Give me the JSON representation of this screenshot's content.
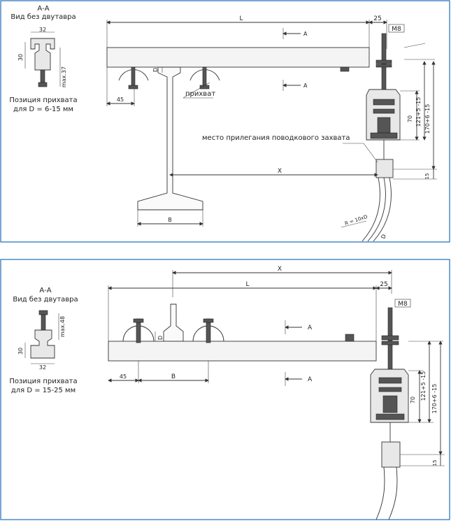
{
  "colors": {
    "frame": "#1d6fb8",
    "line": "#333333",
    "text": "#222222"
  },
  "top": {
    "section": "А-А",
    "view": "Вид без двутавра",
    "dim_32": "32",
    "dim_30": "30",
    "dim_max": "max.37",
    "position_line1": "Позиция прихвата",
    "position_line2": "для D = 6-15 мм",
    "L": "L",
    "dim_25": "25",
    "M8": "M8",
    "A_upper": "A",
    "A_lower": "A",
    "D": "D",
    "dim_45": "45",
    "clamp": "прихват",
    "contact": "место прилегания поводкового захвата",
    "X": "X",
    "B": "B",
    "R": "R = 10xD",
    "D_cable": "D",
    "dim_70": "70",
    "dim_121": "121+5 -15",
    "dim_170": "170+6 -15",
    "dim_15": "15"
  },
  "bottom": {
    "section": "А-А",
    "view": "Вид без двутавра",
    "dim_max": "max.48",
    "dim_30": "30",
    "dim_32": "32",
    "position_line1": "Позиция прихвата",
    "position_line2": "для D = 15-25 мм",
    "X": "X",
    "L": "L",
    "dim_25": "25",
    "M8": "M8",
    "A_upper": "A",
    "A_lower": "A",
    "D": "D",
    "dim_45": "45",
    "B": "B",
    "dim_70": "70",
    "dim_121": "121+5 -15",
    "dim_170": "170+6 -15",
    "dim_15": "15"
  }
}
